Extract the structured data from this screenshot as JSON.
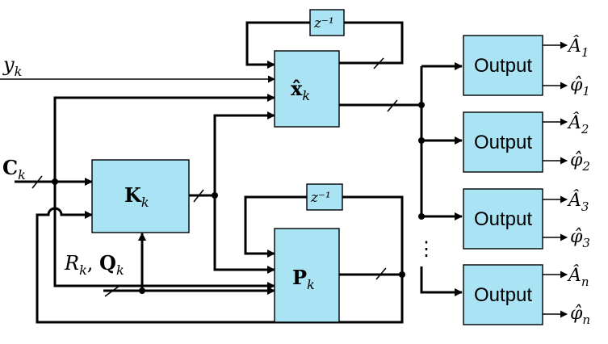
{
  "blocks": {
    "delay_top": "z⁻¹",
    "delay_bottom": "z⁻¹",
    "state_estimate": "x̂",
    "state_estimate_sub": "k",
    "gain": "K",
    "gain_sub": "k",
    "covariance": "P",
    "covariance_sub": "k",
    "output_labels": [
      "Output",
      "Output",
      "Output",
      "Output"
    ]
  },
  "inputs": {
    "y_main": "y",
    "y_sub": "k",
    "c_main": "C",
    "c_sub": "k",
    "rq_r": "R",
    "rq_sub1": "k",
    "rq_sep": ", ",
    "rq_q": "Q",
    "rq_sub2": "k"
  },
  "outputs": [
    {
      "a": "Â",
      "a_sub": "1",
      "phi": "φ̂",
      "phi_sub": "1"
    },
    {
      "a": "Â",
      "a_sub": "2",
      "phi": "φ̂",
      "phi_sub": "2"
    },
    {
      "a": "Â",
      "a_sub": "3",
      "phi": "φ̂",
      "phi_sub": "3"
    },
    {
      "a": "Â",
      "a_sub": "n",
      "phi": "φ̂",
      "phi_sub": "n"
    }
  ],
  "ellipsis": "⋮"
}
